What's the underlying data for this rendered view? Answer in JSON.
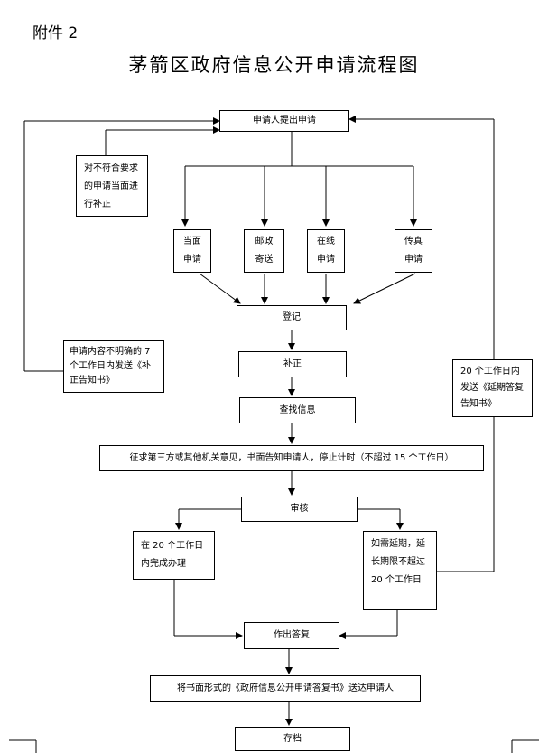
{
  "header": {
    "attachment": "附件 2",
    "title": "茅箭区政府信息公开申请流程图"
  },
  "nodes": {
    "applicant_submit": "申请人提出申请",
    "correction_notice": "对不符合要求的申请当面进行补正",
    "in_person": "当面\n申请",
    "postal": "邮政\n寄送",
    "online": "在线\n申请",
    "fax": "传真\n申请",
    "register": "登记",
    "unclear_notice": "申请内容不明确的 7个工作日内发送《补正告知书》",
    "supplement": "补正",
    "search_info": "查找信息",
    "third_party": "征求第三方或其他机关意见，书面告知申请人，停止计时（不超过 15 个工作日）",
    "extension_notice": "20 个工作日内发送《延期答复告知书》",
    "review": "审核",
    "complete_20": "在 20 个工作日内完成办理",
    "extension_20": "如需延期，延长期限不超过 20 个工作日",
    "reply": "作出答复",
    "deliver": "将书面形式的《政府信息公开申请答复书》送达申请人",
    "archive": "存档"
  }
}
